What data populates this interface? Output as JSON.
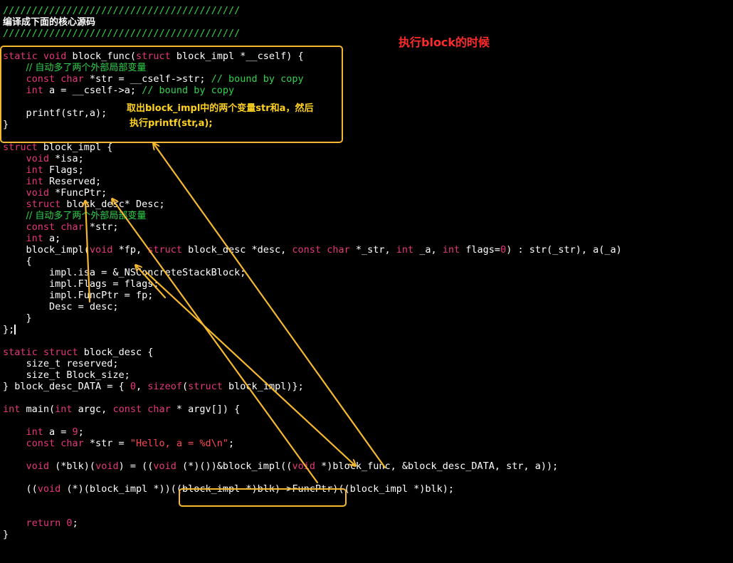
{
  "annotations": {
    "title": "执行block的时候",
    "note_line1": "取出block_impl中的两个变量str和a，然后",
    "note_line2": "执行printf(str,a);"
  },
  "colors": {
    "background": "#000000",
    "keyword": "#e6377c",
    "comment": "#2fd44b",
    "string": "#ff4a52",
    "annotation": "#ffd21f",
    "arrow": "#f5b82e",
    "title": "#ff2a2a"
  },
  "code": [
    [
      [
        "c",
        "/////////////////////////////////////////"
      ]
    ],
    [
      [
        "h",
        "编译成下面的核心源码"
      ]
    ],
    [
      [
        "c",
        "/////////////////////////////////////////"
      ]
    ],
    [
      [
        "t",
        ""
      ]
    ],
    [
      [
        "k",
        "static void "
      ],
      [
        "t",
        "block_func("
      ],
      [
        "k",
        "struct "
      ],
      [
        "t",
        "block_impl *__cself) {"
      ]
    ],
    [
      [
        "t",
        "    "
      ],
      [
        "g",
        "// 自动多了两个外部局部变量"
      ]
    ],
    [
      [
        "t",
        "    "
      ],
      [
        "k",
        "const char "
      ],
      [
        "t",
        "*str = __cself->str; "
      ],
      [
        "c",
        "// bound by copy"
      ]
    ],
    [
      [
        "t",
        "    "
      ],
      [
        "k",
        "int "
      ],
      [
        "t",
        "a = __cself->a; "
      ],
      [
        "c",
        "// bound by copy"
      ]
    ],
    [
      [
        "t",
        ""
      ]
    ],
    [
      [
        "t",
        "    printf(str,a);"
      ]
    ],
    [
      [
        "t",
        "}"
      ]
    ],
    [
      [
        "t",
        ""
      ]
    ],
    [
      [
        "k",
        "struct "
      ],
      [
        "t",
        "block_impl {"
      ]
    ],
    [
      [
        "t",
        "    "
      ],
      [
        "k",
        "void "
      ],
      [
        "t",
        "*isa;"
      ]
    ],
    [
      [
        "t",
        "    "
      ],
      [
        "k",
        "int "
      ],
      [
        "t",
        "Flags;"
      ]
    ],
    [
      [
        "t",
        "    "
      ],
      [
        "k",
        "int "
      ],
      [
        "t",
        "Reserved;"
      ]
    ],
    [
      [
        "t",
        "    "
      ],
      [
        "k",
        "void "
      ],
      [
        "t",
        "*FuncPtr;"
      ]
    ],
    [
      [
        "t",
        "    "
      ],
      [
        "k",
        "struct "
      ],
      [
        "t",
        "block_desc* Desc;"
      ]
    ],
    [
      [
        "t",
        "    "
      ],
      [
        "g",
        "// 自动多了两个外部局部变量"
      ]
    ],
    [
      [
        "t",
        "    "
      ],
      [
        "k",
        "const char "
      ],
      [
        "t",
        "*str;"
      ]
    ],
    [
      [
        "t",
        "    "
      ],
      [
        "k",
        "int "
      ],
      [
        "t",
        "a;"
      ]
    ],
    [
      [
        "t",
        "    block_impl("
      ],
      [
        "k",
        "void "
      ],
      [
        "t",
        "*fp, "
      ],
      [
        "k",
        "struct "
      ],
      [
        "t",
        "block_desc *desc, "
      ],
      [
        "k",
        "const char "
      ],
      [
        "t",
        "*_str, "
      ],
      [
        "k",
        "int "
      ],
      [
        "t",
        "_a, "
      ],
      [
        "k",
        "int "
      ],
      [
        "t",
        "flags="
      ],
      [
        "n",
        "0"
      ],
      [
        "t",
        ") : str(_str), a(_a)"
      ]
    ],
    [
      [
        "t",
        "    {"
      ]
    ],
    [
      [
        "t",
        "        impl.isa = &_NSConcreteStackBlock;"
      ]
    ],
    [
      [
        "t",
        "        impl.Flags = flags;"
      ]
    ],
    [
      [
        "t",
        "        impl.FuncPtr = fp;"
      ]
    ],
    [
      [
        "t",
        "        Desc = desc;"
      ]
    ],
    [
      [
        "t",
        "    }"
      ]
    ],
    [
      [
        "t",
        "};"
      ],
      [
        "cur",
        ""
      ]
    ],
    [
      [
        "t",
        ""
      ]
    ],
    [
      [
        "k",
        "static struct "
      ],
      [
        "t",
        "block_desc {"
      ]
    ],
    [
      [
        "t",
        "    size_t reserved;"
      ]
    ],
    [
      [
        "t",
        "    size_t Block_size;"
      ]
    ],
    [
      [
        "t",
        "} block_desc_DATA = { "
      ],
      [
        "n",
        "0"
      ],
      [
        "t",
        ", "
      ],
      [
        "k",
        "sizeof"
      ],
      [
        "t",
        "("
      ],
      [
        "k",
        "struct "
      ],
      [
        "t",
        "block_impl)};"
      ]
    ],
    [
      [
        "t",
        ""
      ]
    ],
    [
      [
        "k",
        "int "
      ],
      [
        "t",
        "main("
      ],
      [
        "k",
        "int "
      ],
      [
        "t",
        "argc, "
      ],
      [
        "k",
        "const char "
      ],
      [
        "t",
        "* argv[]) {"
      ]
    ],
    [
      [
        "t",
        ""
      ]
    ],
    [
      [
        "t",
        "    "
      ],
      [
        "k",
        "int "
      ],
      [
        "t",
        "a = "
      ],
      [
        "n",
        "9"
      ],
      [
        "t",
        ";"
      ]
    ],
    [
      [
        "t",
        "    "
      ],
      [
        "k",
        "const char "
      ],
      [
        "t",
        "*str = "
      ],
      [
        "s",
        "\"Hello, a = %d\\n\""
      ],
      [
        "t",
        ";"
      ]
    ],
    [
      [
        "t",
        ""
      ]
    ],
    [
      [
        "t",
        "    "
      ],
      [
        "k",
        "void "
      ],
      [
        "t",
        "(*blk)("
      ],
      [
        "k",
        "void"
      ],
      [
        "t",
        ") = (("
      ],
      [
        "k",
        "void "
      ],
      [
        "t",
        "(*)())&block_impl(("
      ],
      [
        "k",
        "void "
      ],
      [
        "t",
        "*)block_func, &block_desc_DATA, str, a));"
      ]
    ],
    [
      [
        "t",
        ""
      ]
    ],
    [
      [
        "t",
        "    (("
      ],
      [
        "k",
        "void "
      ],
      [
        "t",
        "(*)(block_impl *))((block_impl *)blk)->FuncPtr)((block_impl *)blk);"
      ]
    ],
    [
      [
        "t",
        ""
      ]
    ],
    [
      [
        "t",
        ""
      ]
    ],
    [
      [
        "t",
        "    "
      ],
      [
        "k",
        "return "
      ],
      [
        "n",
        "0"
      ],
      [
        "t",
        ";"
      ]
    ],
    [
      [
        "t",
        "}"
      ]
    ]
  ]
}
